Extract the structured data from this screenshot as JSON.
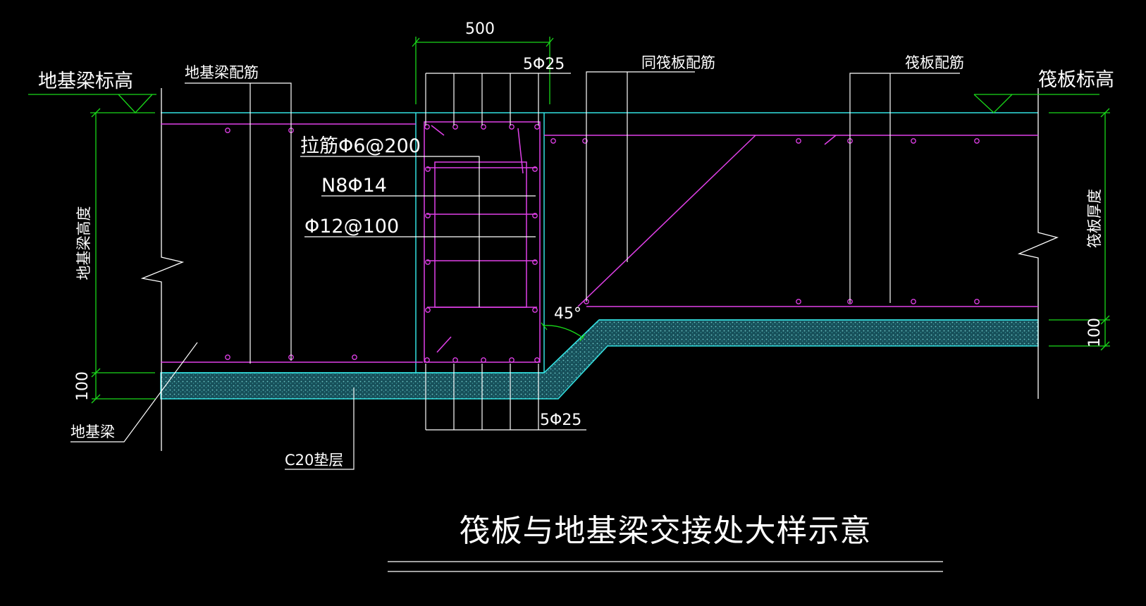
{
  "colors": {
    "background": "#000000",
    "concrete_outline": "#33e0e0",
    "rebar": "#e040e8",
    "dimension": "#19d819",
    "leader": "#ffffff",
    "bedding_fill": "#1c5a63"
  },
  "labels": {
    "beam_elevation": "地基梁标高",
    "beam_reinforcement": "地基梁配筋",
    "dim_500": "500",
    "top_bars": "5Φ25",
    "same_as_raft": "同筏板配筋",
    "raft_reinforcement": "筏板配筋",
    "raft_elevation": "筏板标高",
    "tie_bar": "拉筋Φ6@200",
    "side_bars": "N8Φ14",
    "stirrup": "Φ12@100",
    "beam_height": "地基梁高度",
    "raft_thickness": "筏板厚度",
    "angle": "45°",
    "dim_100_left": "100",
    "dim_100_right": "100",
    "bottom_bars": "5Φ25",
    "foundation_beam": "地基梁",
    "bedding": "C20垫层",
    "drawing_title": "筏板与地基梁交接处大样示意"
  }
}
